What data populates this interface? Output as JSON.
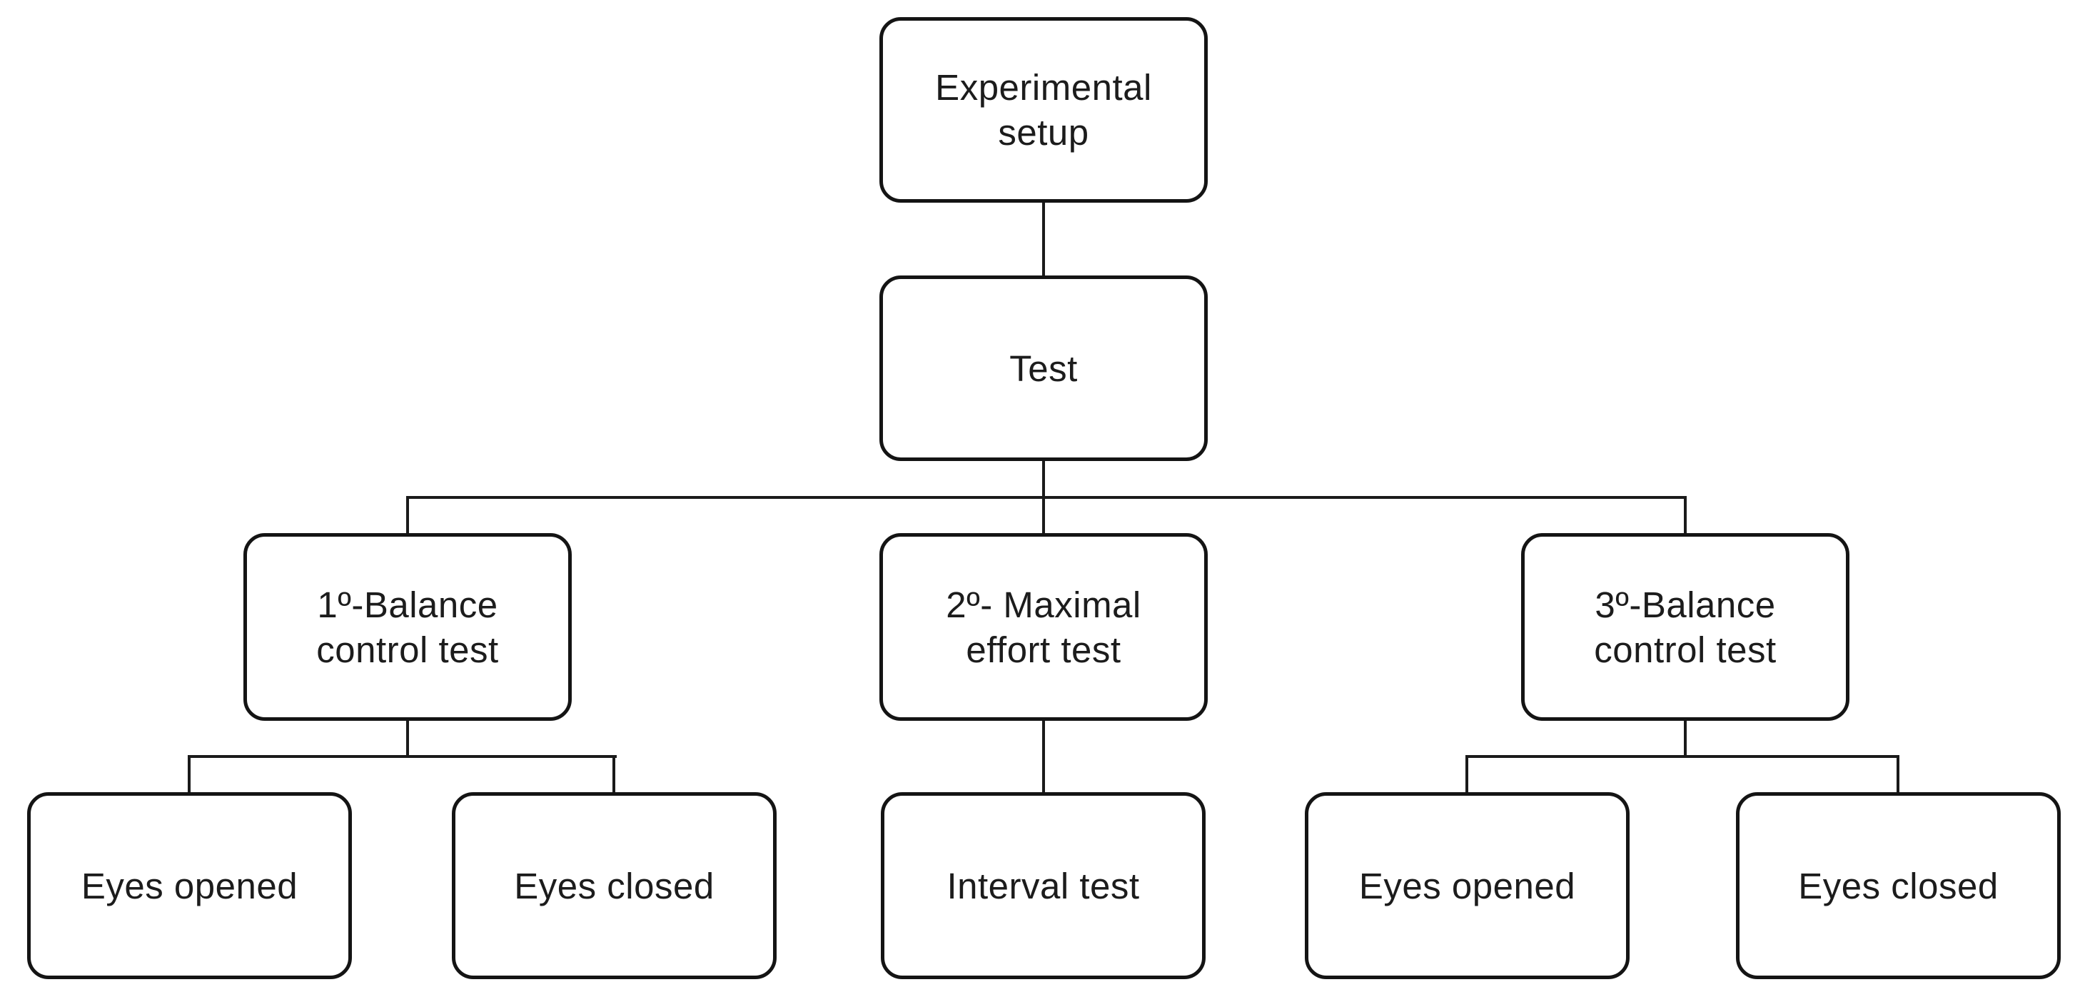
{
  "figure": {
    "type": "flowchart",
    "colors": {
      "background": "#ffffff",
      "line_color": "#1a1a1a",
      "box_fill": "#ffffff",
      "box_border_color": "#141414",
      "text_color": "#1c1c1c"
    },
    "nodes": {
      "experimental_setup": "Experimental\nsetup",
      "test": "Test",
      "balance_control_1": "1º-Balance\ncontrol test",
      "maximal_effort": "2º- Maximal\neffort test",
      "balance_control_3": "3º-Balance\ncontrol test",
      "eyes_opened_left": "Eyes opened",
      "eyes_closed_left": "Eyes closed",
      "interval_test": "Interval test",
      "eyes_opened_right": "Eyes opened",
      "eyes_closed_right": "Eyes closed"
    },
    "edges": [
      {
        "from": "Experimental setup",
        "to": "Test"
      },
      {
        "from": "Test",
        "to": "1º-Balance control test"
      },
      {
        "from": "Test",
        "to": "2º- Maximal effort test"
      },
      {
        "from": "Test",
        "to": "3º-Balance control test"
      },
      {
        "from": "1º-Balance control test",
        "to": "Eyes opened"
      },
      {
        "from": "1º-Balance control test",
        "to": "Eyes closed"
      },
      {
        "from": "2º- Maximal effort test",
        "to": "Interval test"
      },
      {
        "from": "3º-Balance control test",
        "to": "Eyes opened"
      },
      {
        "from": "3º-Balance control test",
        "to": "Eyes closed"
      }
    ]
  }
}
